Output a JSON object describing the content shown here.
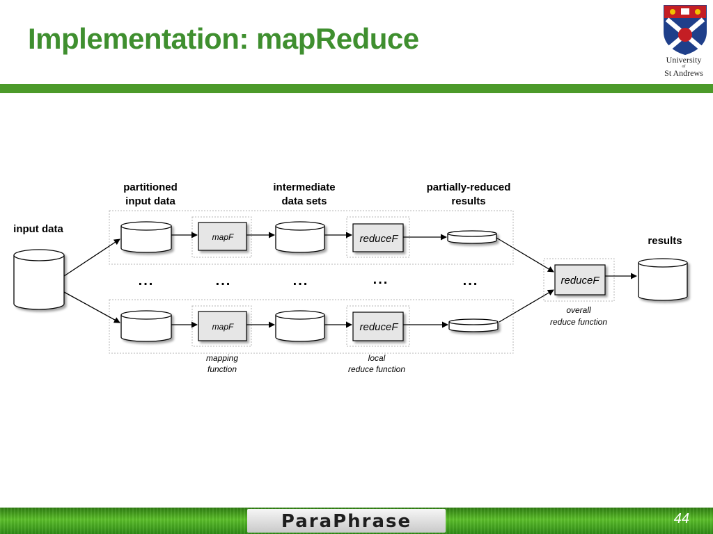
{
  "slide": {
    "title": "Implementation: mapReduce",
    "page_number": "44"
  },
  "logo": {
    "line1": "University",
    "line2": "of",
    "line3": "St Andrews"
  },
  "footer": {
    "brand": "ParaPhrase"
  },
  "diagram": {
    "input_label": "input data",
    "partitioned_label": [
      "partitioned",
      "input data"
    ],
    "intermediate_label": [
      "intermediate",
      "data sets"
    ],
    "partially_label": [
      "partially-reduced",
      "results"
    ],
    "results_label": "results",
    "map_fn": "mapF",
    "reduce_fn": "reduceF",
    "ellipsis": "...",
    "mapping_caption": [
      "mapping",
      "function"
    ],
    "local_caption": [
      "local",
      "reduce function"
    ],
    "overall_caption": [
      "overall",
      "reduce function"
    ]
  },
  "colors": {
    "title": "#3f8f2f",
    "rule": "#4c9a2a",
    "box_fill": "#e6e6e6"
  },
  "icons": [
    "university-crest-icon",
    "database-cylinder-icon"
  ]
}
